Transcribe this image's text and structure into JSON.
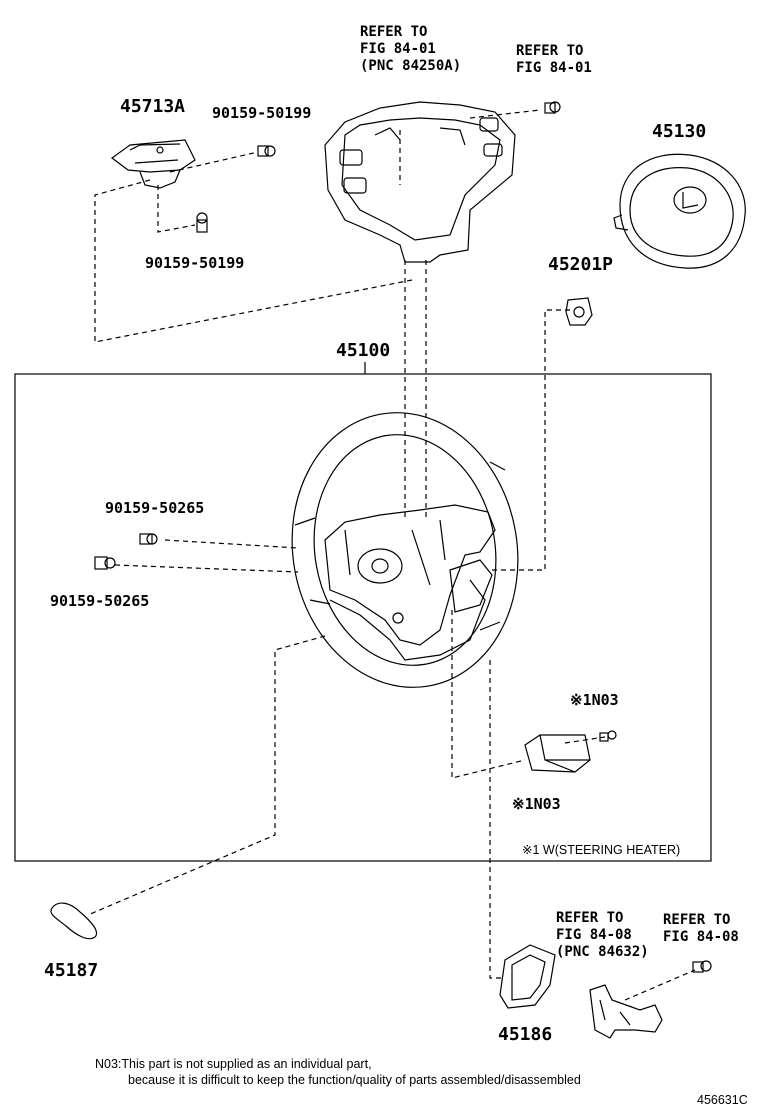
{
  "callouts": {
    "p45713a": "45713A",
    "p90159_50199_top": "90159-50199",
    "p90159_50199_bottom": "90159-50199",
    "p45130": "45130",
    "p45201p": "45201P",
    "p45100": "45100",
    "p90159_50265_a": "90159-50265",
    "p90159_50265_b": "90159-50265",
    "n03_upper": "※1N03",
    "n03_lower": "※1N03",
    "p45187": "45187",
    "p45186": "45186"
  },
  "refs": {
    "ref1": {
      "line1": "REFER TO",
      "line2": "FIG 84-01",
      "line3": "(PNC 84250A)"
    },
    "ref2": {
      "line1": "REFER TO",
      "line2": "FIG 84-01"
    },
    "ref3": {
      "line1": "REFER TO",
      "line2": "FIG 84-08",
      "line3": "(PNC 84632)"
    },
    "ref4": {
      "line1": "REFER TO",
      "line2": "FIG 84-08"
    }
  },
  "box_note": "※1 W(STEERING HEATER)",
  "footnote": {
    "line1": "N03:This part is not supplied as an individual part,",
    "line2": "because it is difficult to keep the function/quality of parts assembled/disassembled"
  },
  "figure_id": "456631C"
}
